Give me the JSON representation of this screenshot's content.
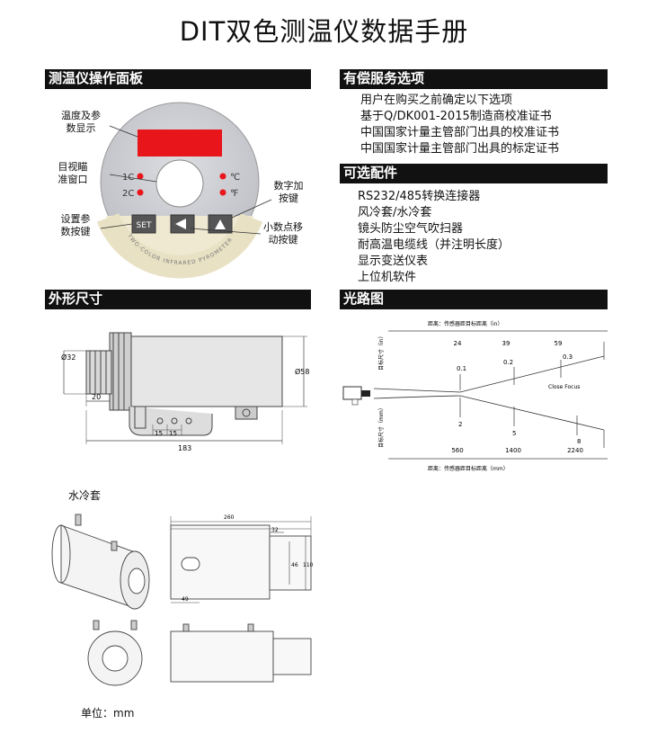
{
  "page": {
    "title": "DIT双色测温仪数据手册",
    "unit_note": "单位：mm"
  },
  "panel_section": {
    "heading": "测温仪操作面板",
    "labels": {
      "display": [
        "温度及参",
        "数显示"
      ],
      "aim": [
        "目视瞄",
        "准窗口"
      ],
      "set": [
        "设置参",
        "数按键"
      ],
      "inc": [
        "数字加",
        "按键"
      ],
      "shift": [
        "小数点移",
        "动按键"
      ]
    },
    "panel_text": {
      "mode1": "1C",
      "mode2": "2C",
      "celsius": "℃",
      "fahrenheit": "℉",
      "set_key": "SET",
      "arc": "TWO-COLOR INFRARED PYROMETER"
    },
    "colors": {
      "display": "#e8151b",
      "led": "#e8151b",
      "panel": "#cfd0d5"
    }
  },
  "paid_service": {
    "heading": "有偿服务选项",
    "items": [
      "用户在购买之前确定以下选项",
      "基于Q/DK001-2015制造商校准证书",
      "中国国家计量主管部门出具的校准证书",
      "中国国家计量主管部门出具的标定证书"
    ]
  },
  "accessories": {
    "heading": "可选配件",
    "items": [
      "RS232/485转换连接器",
      "风冷套/水冷套",
      "镜头防尘空气吹扫器",
      "耐高温电缆线（并注明长度）",
      "显示变送仪表",
      "上位机软件"
    ]
  },
  "dimensions": {
    "heading": "外形尺寸",
    "d32": "Ø32",
    "d58": "Ø58",
    "dim20": "20",
    "dim15a": "15",
    "dim15b": "15",
    "dim183": "183"
  },
  "optical": {
    "heading": "光路图",
    "top_axis": "距离：传感器距目标距离（in）",
    "bottom_axis": "距离：传感器距目标距离（mm）",
    "ylabel_top": "目标尺寸（in）",
    "ylabel_bottom": "目标尺寸（mm）",
    "top_ticks": [
      "24",
      "39",
      "59"
    ],
    "bottom_ticks": [
      "560",
      "1400",
      "2240"
    ],
    "in_sizes": [
      "0.1",
      "0.2",
      "0.3"
    ],
    "mm_sizes": [
      "2",
      "5",
      "8"
    ],
    "focus": "Close Focus"
  },
  "water_jacket": {
    "label": "水冷套",
    "dim260": "260",
    "dim32": "32",
    "dim46": "46",
    "dim110": "110",
    "dim49": "49"
  }
}
